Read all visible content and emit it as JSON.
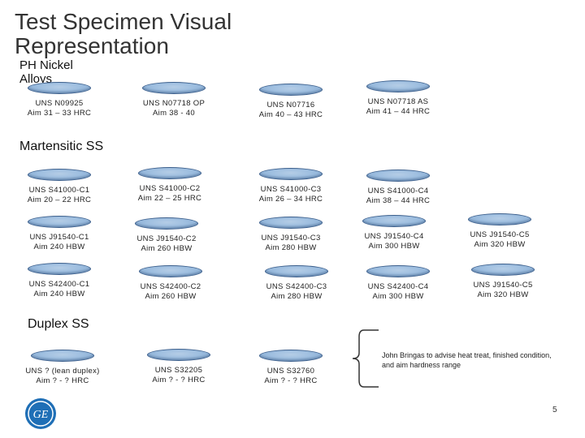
{
  "title": "Test Specimen Visual Representation",
  "sections": {
    "ph_nickel": "PH Nickel Alloys",
    "martensitic": "Martensitic SS",
    "duplex": "Duplex SS"
  },
  "specimens": {
    "ph": [
      {
        "line1": "UNS N09925",
        "line2": "Aim 31 – 33 HRC"
      },
      {
        "line1": "UNS N07718 OP",
        "line2": "Aim 38 - 40"
      },
      {
        "line1": "UNS N07716",
        "line2": "Aim 40 – 43 HRC"
      },
      {
        "line1": "UNS N07718 AS",
        "line2": "Aim 41 – 44 HRC"
      }
    ],
    "mart_row1": [
      {
        "line1": "UNS S41000-C1",
        "line2": "Aim 20 – 22 HRC"
      },
      {
        "line1": "UNS S41000-C2",
        "line2": "Aim 22 – 25 HRC"
      },
      {
        "line1": "UNS S41000-C3",
        "line2": "Aim 26 – 34 HRC"
      },
      {
        "line1": "UNS S41000-C4",
        "line2": "Aim 38 – 44 HRC"
      }
    ],
    "mart_row2": [
      {
        "line1": "UNS J91540-C1",
        "line2": "Aim 240 HBW"
      },
      {
        "line1": "UNS J91540-C2",
        "line2": "Aim 260 HBW"
      },
      {
        "line1": "UNS J91540-C3",
        "line2": "Aim 280 HBW"
      },
      {
        "line1": "UNS J91540-C4",
        "line2": "Aim 300 HBW"
      },
      {
        "line1": "UNS J91540-C5",
        "line2": "Aim 320 HBW"
      }
    ],
    "mart_row3": [
      {
        "line1": "UNS S42400-C1",
        "line2": "Aim 240 HBW"
      },
      {
        "line1": "UNS S42400-C2",
        "line2": "Aim 260 HBW"
      },
      {
        "line1": "UNS S42400-C3",
        "line2": "Aim 280 HBW"
      },
      {
        "line1": "UNS S42400-C4",
        "line2": "Aim 300 HBW"
      },
      {
        "line1": "UNS J91540-C5",
        "line2": "Aim 320 HBW"
      }
    ],
    "duplex": [
      {
        "line1": "UNS ? (lean duplex)",
        "line2": "Aim ? - ? HRC"
      },
      {
        "line1": "UNS S32205",
        "line2": "Aim ? - ? HRC"
      },
      {
        "line1": "UNS S32760",
        "line2": "Aim ? - ? HRC"
      }
    ]
  },
  "note": "John Bringas to advise heat treat, finished condition, and aim hardness range",
  "logo_text": "GE",
  "page_number": "5",
  "colors": {
    "disc_fill": "#9fbfe0",
    "disc_border": "#3c5f8c",
    "logo_blue": "#1f6fb6"
  }
}
